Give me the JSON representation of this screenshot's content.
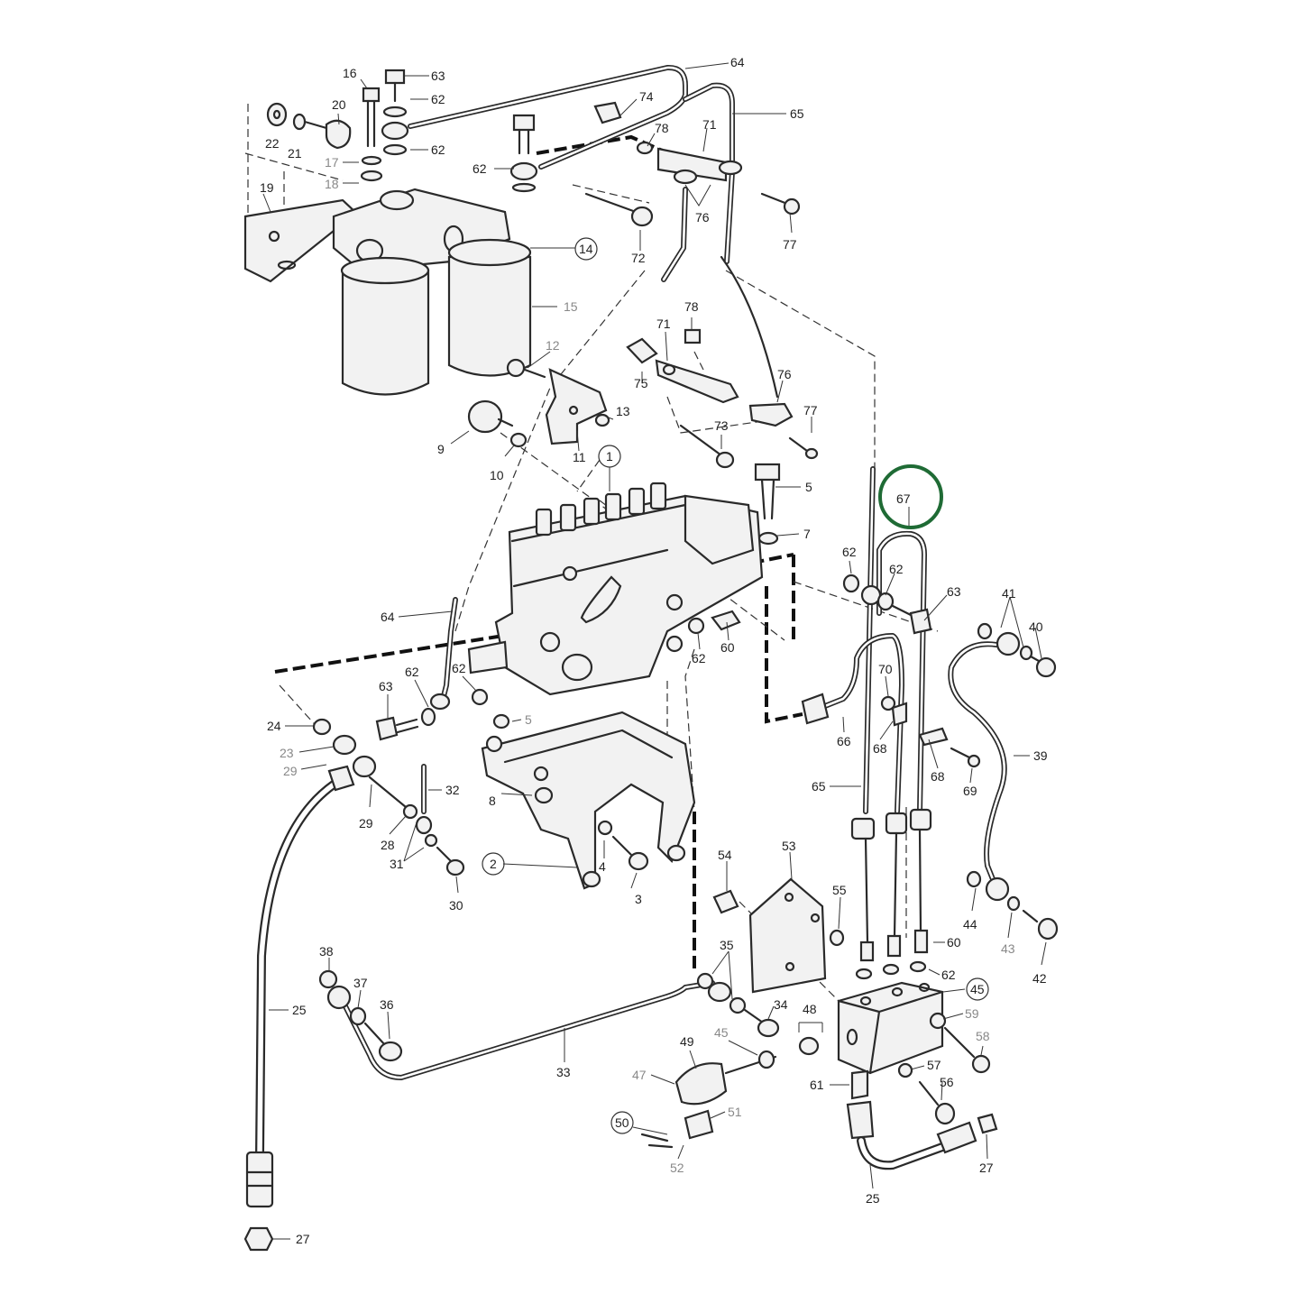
{
  "highlight": {
    "part_number": "67",
    "color": "#1f6b35"
  },
  "callouts": [
    {
      "id": "c-16",
      "text": "16"
    },
    {
      "id": "c-63-top",
      "text": "63"
    },
    {
      "id": "c-64-top",
      "text": "64"
    },
    {
      "id": "c-62-a",
      "text": "62"
    },
    {
      "id": "c-74",
      "text": "74"
    },
    {
      "id": "c-65-top",
      "text": "65"
    },
    {
      "id": "c-20",
      "text": "20"
    },
    {
      "id": "c-22",
      "text": "22"
    },
    {
      "id": "c-21",
      "text": "21"
    },
    {
      "id": "c-62-b",
      "text": "62"
    },
    {
      "id": "c-78-top",
      "text": "78"
    },
    {
      "id": "c-71-top",
      "text": "71"
    },
    {
      "id": "c-17",
      "text": "17"
    },
    {
      "id": "c-62-c",
      "text": "62"
    },
    {
      "id": "c-18",
      "text": "18"
    },
    {
      "id": "c-19",
      "text": "19"
    },
    {
      "id": "c-76-top",
      "text": "76"
    },
    {
      "id": "c-77-top",
      "text": "77"
    },
    {
      "id": "c-14",
      "text": "14"
    },
    {
      "id": "c-72",
      "text": "72"
    },
    {
      "id": "c-15",
      "text": "15"
    },
    {
      "id": "c-78-mid",
      "text": "78"
    },
    {
      "id": "c-71-mid",
      "text": "71"
    },
    {
      "id": "c-12",
      "text": "12"
    },
    {
      "id": "c-75",
      "text": "75"
    },
    {
      "id": "c-76-mid",
      "text": "76"
    },
    {
      "id": "c-77-mid",
      "text": "77"
    },
    {
      "id": "c-13",
      "text": "13"
    },
    {
      "id": "c-9",
      "text": "9"
    },
    {
      "id": "c-11",
      "text": "11"
    },
    {
      "id": "c-73",
      "text": "73"
    },
    {
      "id": "c-10",
      "text": "10"
    },
    {
      "id": "c-1",
      "text": "1"
    },
    {
      "id": "c-5-top",
      "text": "5"
    },
    {
      "id": "c-67",
      "text": "67"
    },
    {
      "id": "c-7",
      "text": "7"
    },
    {
      "id": "c-62-d",
      "text": "62"
    },
    {
      "id": "c-62-e",
      "text": "62"
    },
    {
      "id": "c-63-mid",
      "text": "63"
    },
    {
      "id": "c-41",
      "text": "41"
    },
    {
      "id": "c-40",
      "text": "40"
    },
    {
      "id": "c-64-mid",
      "text": "64"
    },
    {
      "id": "c-62-f",
      "text": "62"
    },
    {
      "id": "c-60-mid",
      "text": "60"
    },
    {
      "id": "c-70",
      "text": "70"
    },
    {
      "id": "c-62-g",
      "text": "62"
    },
    {
      "id": "c-62-h",
      "text": "62"
    },
    {
      "id": "c-63-low",
      "text": "63"
    },
    {
      "id": "c-24",
      "text": "24"
    },
    {
      "id": "c-5-mid",
      "text": "5"
    },
    {
      "id": "c-23",
      "text": "23"
    },
    {
      "id": "c-29-a",
      "text": "29"
    },
    {
      "id": "c-66",
      "text": "66"
    },
    {
      "id": "c-68-a",
      "text": "68"
    },
    {
      "id": "c-68-b",
      "text": "68"
    },
    {
      "id": "c-39",
      "text": "39"
    },
    {
      "id": "c-69",
      "text": "69"
    },
    {
      "id": "c-65-low",
      "text": "65"
    },
    {
      "id": "c-32",
      "text": "32"
    },
    {
      "id": "c-8",
      "text": "8"
    },
    {
      "id": "c-29-b",
      "text": "29"
    },
    {
      "id": "c-28",
      "text": "28"
    },
    {
      "id": "c-31",
      "text": "31"
    },
    {
      "id": "c-2",
      "text": "2"
    },
    {
      "id": "c-4",
      "text": "4"
    },
    {
      "id": "c-53",
      "text": "53"
    },
    {
      "id": "c-54",
      "text": "54"
    },
    {
      "id": "c-3",
      "text": "3"
    },
    {
      "id": "c-30",
      "text": "30"
    },
    {
      "id": "c-55",
      "text": "55"
    },
    {
      "id": "c-44",
      "text": "44"
    },
    {
      "id": "c-43",
      "text": "43"
    },
    {
      "id": "c-60-low",
      "text": "60"
    },
    {
      "id": "c-42",
      "text": "42"
    },
    {
      "id": "c-38",
      "text": "38"
    },
    {
      "id": "c-35",
      "text": "35"
    },
    {
      "id": "c-62-i",
      "text": "62"
    },
    {
      "id": "c-37",
      "text": "37"
    },
    {
      "id": "c-45-circle",
      "text": "45"
    },
    {
      "id": "c-25-left",
      "text": "25"
    },
    {
      "id": "c-36",
      "text": "36"
    },
    {
      "id": "c-34",
      "text": "34"
    },
    {
      "id": "c-48",
      "text": "48"
    },
    {
      "id": "c-59",
      "text": "59"
    },
    {
      "id": "c-58",
      "text": "58"
    },
    {
      "id": "c-49",
      "text": "49"
    },
    {
      "id": "c-45",
      "text": "45"
    },
    {
      "id": "c-33",
      "text": "33"
    },
    {
      "id": "c-47",
      "text": "47"
    },
    {
      "id": "c-57",
      "text": "57"
    },
    {
      "id": "c-61",
      "text": "61"
    },
    {
      "id": "c-56",
      "text": "56"
    },
    {
      "id": "c-51",
      "text": "51"
    },
    {
      "id": "c-50",
      "text": "50"
    },
    {
      "id": "c-52",
      "text": "52"
    },
    {
      "id": "c-27-right",
      "text": "27"
    },
    {
      "id": "c-25-right",
      "text": "25"
    },
    {
      "id": "c-27-left",
      "text": "27"
    }
  ]
}
